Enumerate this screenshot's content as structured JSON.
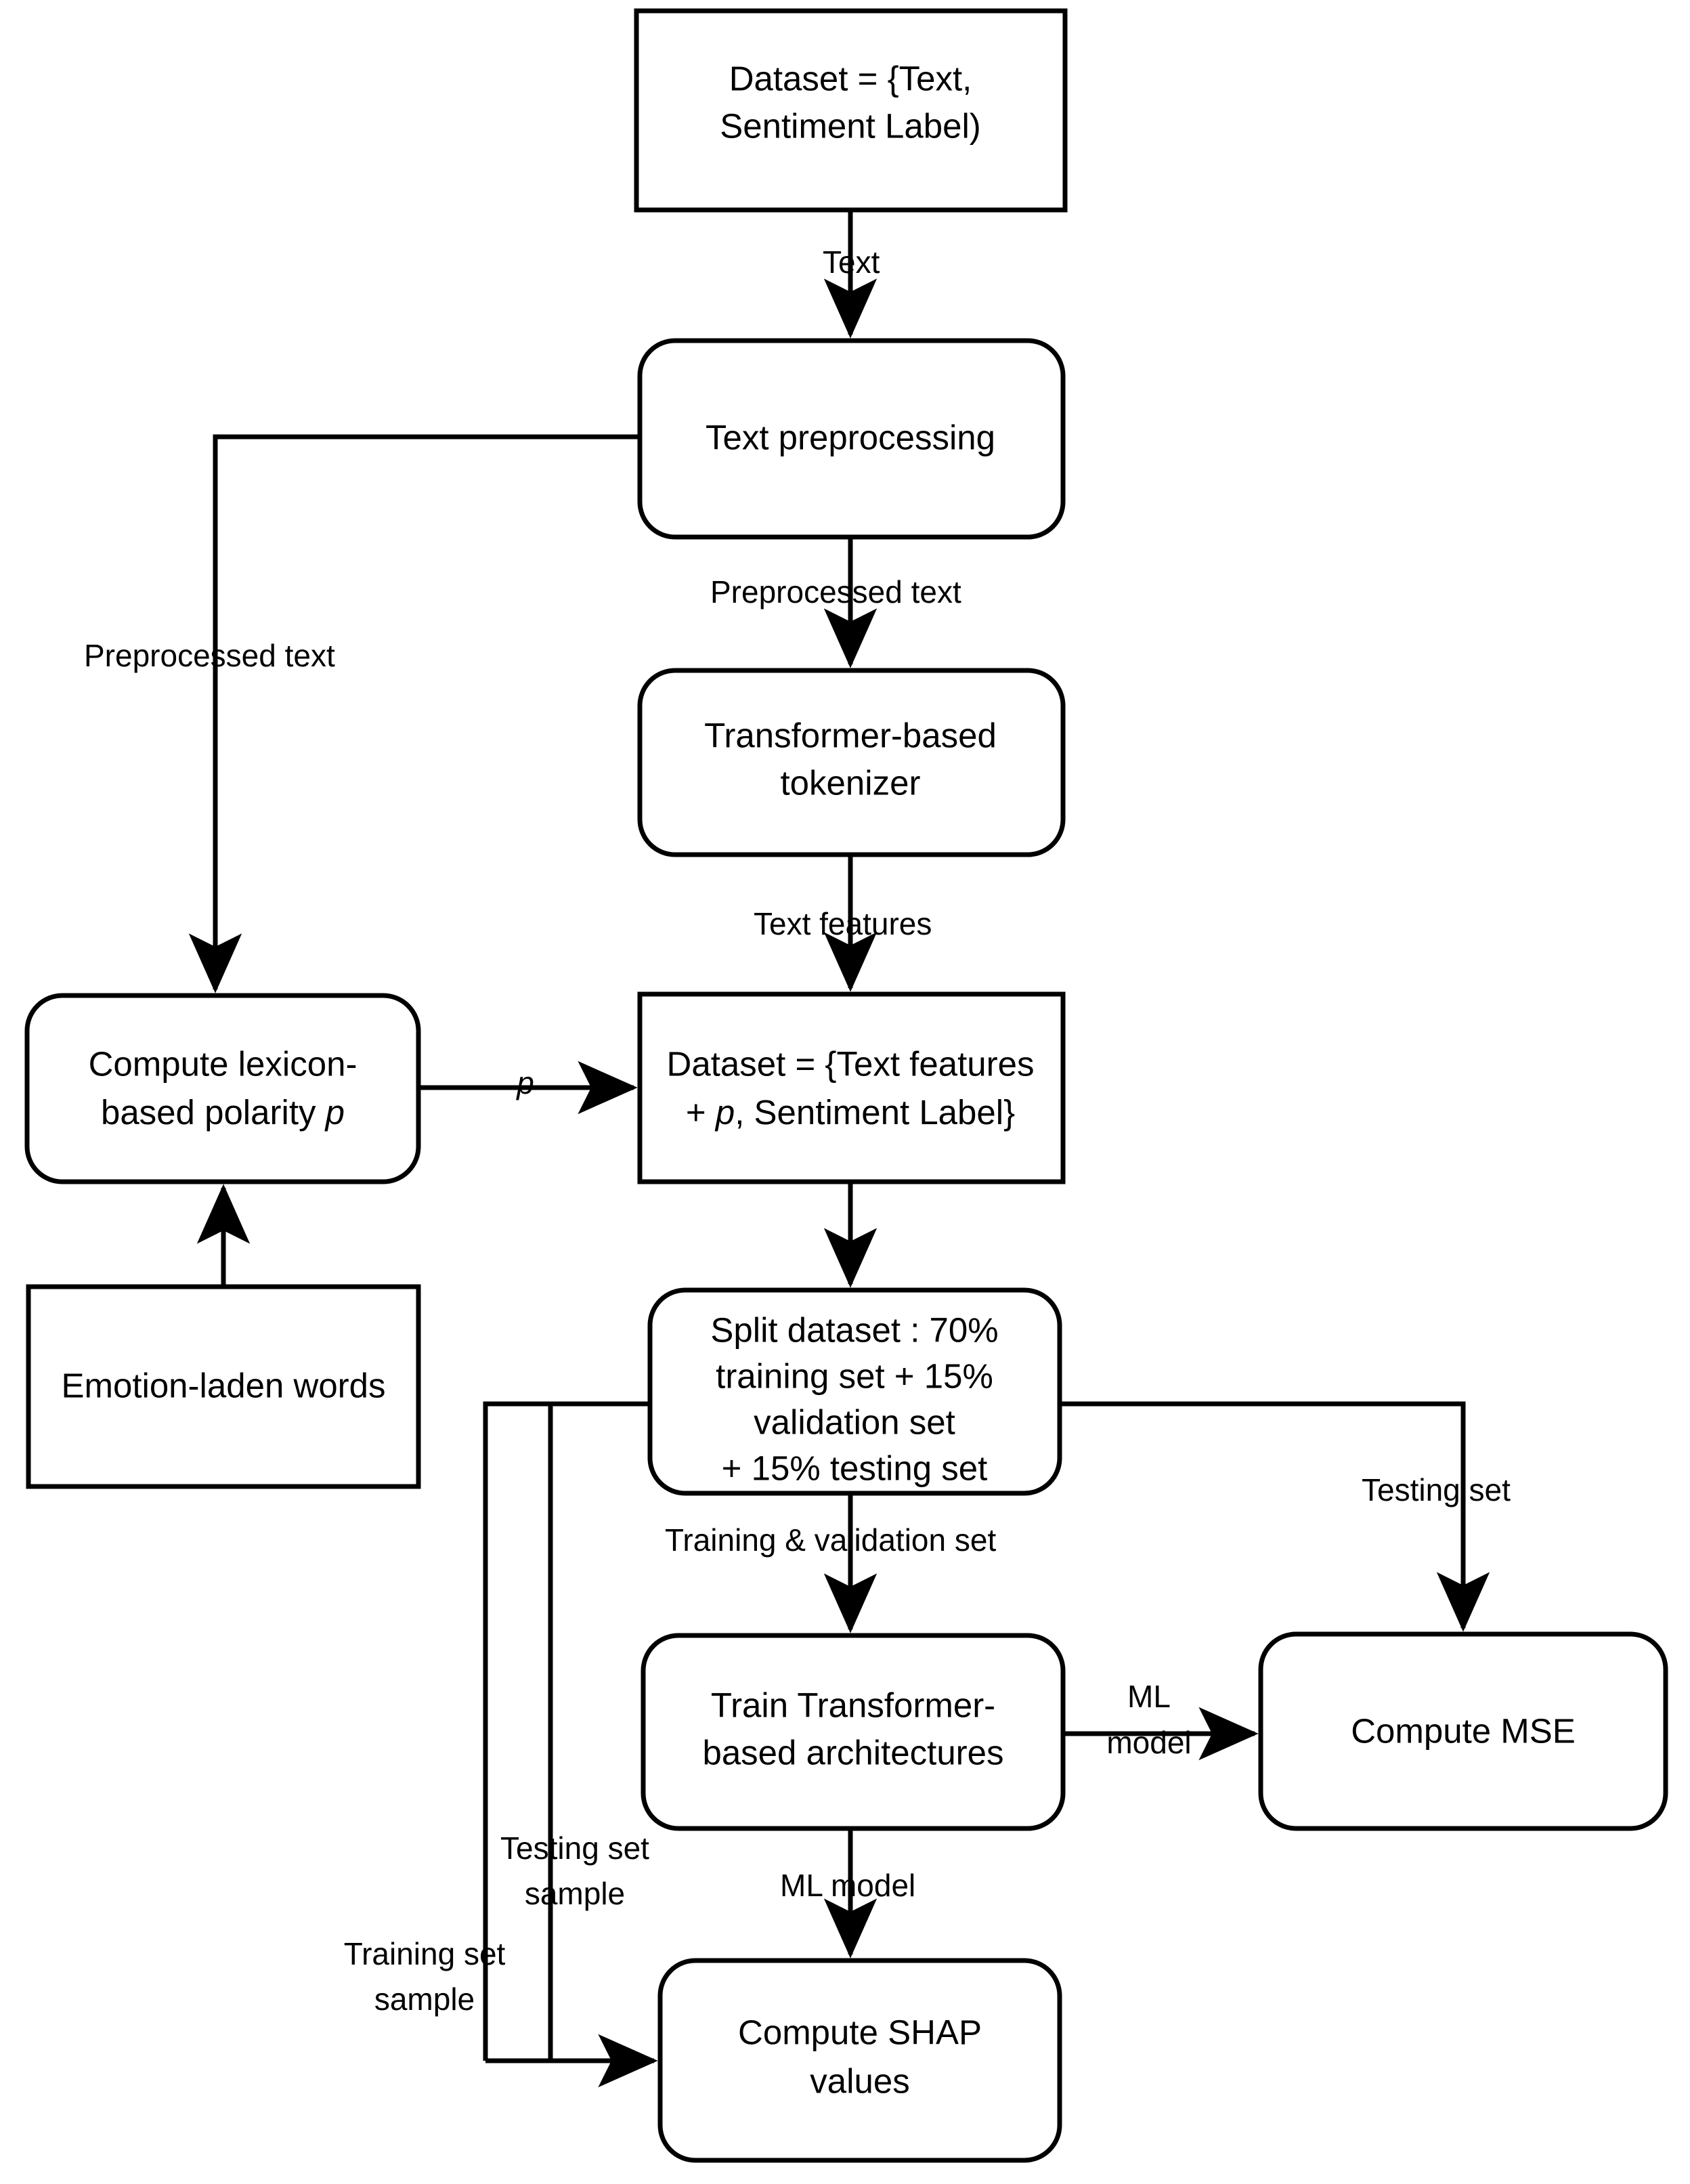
{
  "diagram": {
    "title": "Sentiment analysis pipeline flowchart",
    "stroke_color": "#000000",
    "fill_color": "#ffffff",
    "nodes": [
      {
        "id": "dataset_raw",
        "shape": "rect",
        "lines": [
          "Dataset = {Text,",
          "Sentiment Label)"
        ]
      },
      {
        "id": "preprocess",
        "shape": "round",
        "lines": [
          "Text preprocessing"
        ]
      },
      {
        "id": "tokenizer",
        "shape": "round",
        "lines": [
          "Transformer-based",
          "tokenizer"
        ]
      },
      {
        "id": "polarity",
        "shape": "round",
        "lines": [
          "Compute lexicon-",
          "based polarity p"
        ]
      },
      {
        "id": "dataset_feat",
        "shape": "rect",
        "lines": [
          "Dataset = {Text features",
          "+ p, Sentiment Label}"
        ]
      },
      {
        "id": "emotion",
        "shape": "rect",
        "lines": [
          "Emotion-laden words"
        ]
      },
      {
        "id": "split",
        "shape": "round",
        "lines": [
          "Split dataset : 70%",
          "training set + 15%",
          "validation set",
          "+ 15% testing set"
        ]
      },
      {
        "id": "train",
        "shape": "round",
        "lines": [
          "Train Transformer-",
          "based architectures"
        ]
      },
      {
        "id": "mse",
        "shape": "round",
        "lines": [
          "Compute MSE"
        ]
      },
      {
        "id": "shap",
        "shape": "round",
        "lines": [
          "Compute SHAP",
          "values"
        ]
      }
    ],
    "edge_labels": [
      {
        "id": "lbl_text",
        "lines": [
          "Text"
        ]
      },
      {
        "id": "lbl_prep_down",
        "lines": [
          "Preprocessed text"
        ]
      },
      {
        "id": "lbl_prep_left",
        "lines": [
          "Preprocessed text"
        ]
      },
      {
        "id": "lbl_features",
        "lines": [
          "Text features"
        ]
      },
      {
        "id": "lbl_p",
        "lines": [
          "p"
        ]
      },
      {
        "id": "lbl_trainval",
        "lines": [
          "Training & validation set"
        ]
      },
      {
        "id": "lbl_testing",
        "lines": [
          "Testing set"
        ]
      },
      {
        "id": "lbl_mlmodel_h",
        "lines": [
          "ML",
          "model"
        ]
      },
      {
        "id": "lbl_mlmodel_v",
        "lines": [
          "ML model"
        ]
      },
      {
        "id": "lbl_testsample",
        "lines": [
          "Testing set",
          "sample"
        ]
      },
      {
        "id": "lbl_trainsample",
        "lines": [
          "Training set",
          "sample"
        ]
      }
    ]
  }
}
